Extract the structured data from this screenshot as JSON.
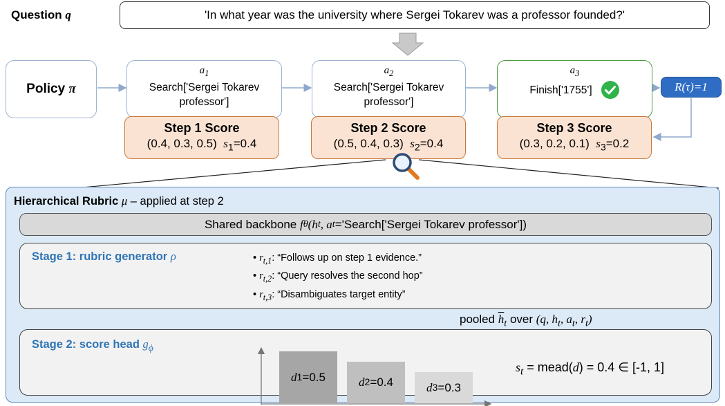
{
  "question": {
    "label": "Question",
    "symbol": "q",
    "text": "'In what year was the university where Sergei Tokarev was a professor founded?'"
  },
  "policy": {
    "label": "Policy",
    "symbol": "π"
  },
  "actions": [
    {
      "sym": "a",
      "sub": "1",
      "text": "Search['Sergei Tokarev professor']"
    },
    {
      "sym": "a",
      "sub": "2",
      "text": "Search['Sergei Tokarev professor']"
    },
    {
      "sym": "a",
      "sub": "3",
      "text": "Finish['1755']"
    }
  ],
  "reward": {
    "text": "R(τ)=1"
  },
  "scores": [
    {
      "title": "Step 1 Score",
      "tuple": "(0.4, 0.3, 0.5)",
      "s_sym": "s",
      "s_sub": "1",
      "s_val": "=0.4"
    },
    {
      "title": "Step 2 Score",
      "tuple": "(0.5, 0.4, 0.3)",
      "s_sym": "s",
      "s_sub": "2",
      "s_val": "=0.4"
    },
    {
      "title": "Step 3 Score",
      "tuple": "(0.3, 0.2, 0.1)",
      "s_sym": "s",
      "s_sub": "3",
      "s_val": "=0.2"
    }
  ],
  "rubric": {
    "title_bold": "Hierarchical Rubric",
    "title_symbol": "μ",
    "title_rest": "– applied at step 2",
    "backbone_pre": "Shared backbone",
    "backbone_fn": "f",
    "backbone_fn_sub": "θ",
    "backbone_args": "(h",
    "backbone_args_sub": "t",
    "backbone_mid": ", a",
    "backbone_mid_sub": "t",
    "backbone_post": "='Search['Sergei Tokarev professor'])",
    "stage1": {
      "title": "Stage 1: rubric generator",
      "symbol": "ρ",
      "items": [
        {
          "sub": "t,1",
          "text": ": “Follows up on step 1 evidence.”"
        },
        {
          "sub": "t,2",
          "text": ": “Query resolves the second hop”"
        },
        {
          "sub": "t,3",
          "text": ": “Disambiguates target entity”"
        }
      ]
    },
    "pooled": {
      "pre": "pooled",
      "h": "h",
      "h_sub": "t",
      "post": "over",
      "args": "(q, h",
      "args_sub1": "t",
      "args_mid": ", a",
      "args_sub2": "t",
      "args_mid2": ", r",
      "args_sub3": "t",
      "args_end": ")"
    },
    "stage2": {
      "title": "Stage 2: score head",
      "symbol": "g",
      "symbol_sub": "ϕ",
      "bars": [
        {
          "sym": "d",
          "sub": "1",
          "value": 0.5,
          "label": "=0.5",
          "color": "#a6a6a6"
        },
        {
          "sym": "d",
          "sub": "2",
          "value": 0.4,
          "label": "=0.4",
          "color": "#bfbfbf"
        },
        {
          "sym": "d",
          "sub": "3",
          "value": 0.3,
          "label": "=0.3",
          "color": "#d9d9d9"
        }
      ],
      "formula": {
        "sym": "s",
        "sub": "t",
        "mid": " = mead(",
        "d": "d",
        "end": ") = 0.4 ∈ [-1, 1]"
      }
    }
  },
  "colors": {
    "accent_blue": "#2e75b6",
    "reward_blue": "#2f6dc4",
    "score_fill": "#fbe3d3",
    "score_border": "#c8763b",
    "check_green": "#2fb34a",
    "rubric_fill": "#dce9f7"
  },
  "icons": [
    "down-arrow-icon",
    "check-circle-icon",
    "magnifier-icon"
  ]
}
